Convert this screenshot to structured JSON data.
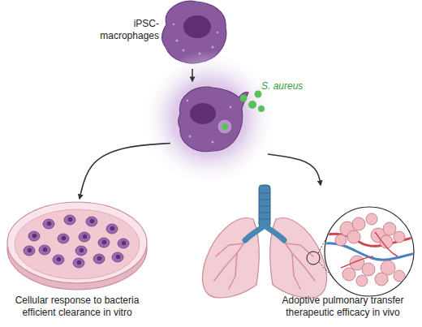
{
  "diagram": {
    "nodes": [
      {
        "text": [
          "iPSC- macrophages"
        ]
      },
      {
        "text": [
          "S. aureus"
        ]
      },
      {
        "text": [
          "Cellular response to bacteria efficient clearance in vitro"
        ]
      },
      {
        "text": [
          "Adoptive pulmonary transfer therapeutic efficacy in vivo"
        ]
      }
    ],
    "edges": [
      {
        "from": 0,
        "to": 1,
        "arrow": "to"
      },
      {
        "from": 1,
        "to": 2,
        "arrow": "to"
      },
      {
        "from": 1,
        "to": 3,
        "arrow": "to"
      }
    ]
  }
}
